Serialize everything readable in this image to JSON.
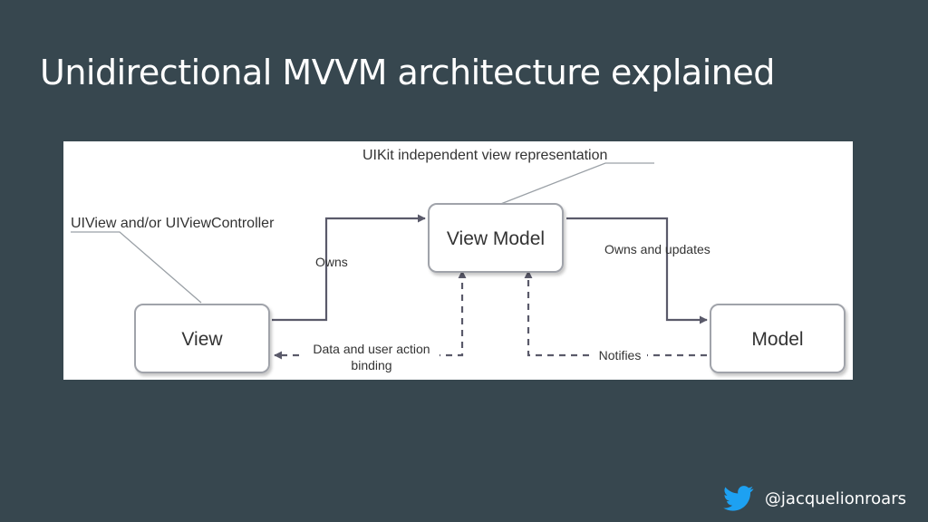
{
  "slide": {
    "title": "Unidirectional MVVM architecture explained",
    "handle": "@jacquelionroars",
    "footer_icon": "twitter-bird-icon",
    "background_color": "#37474f",
    "icon_color": "#1da1f2"
  },
  "diagram": {
    "nodes": {
      "view": "View",
      "view_model": "View Model",
      "model": "Model"
    },
    "annotations": {
      "view_note": "UIView and/or UIViewController",
      "view_model_note": "UIKit independent view representation"
    },
    "edges": {
      "owns": "Owns",
      "owns_and_updates": "Owns and updates",
      "binding_line1": "Data and user action",
      "binding_line2": "binding",
      "notifies": "Notifies"
    }
  }
}
